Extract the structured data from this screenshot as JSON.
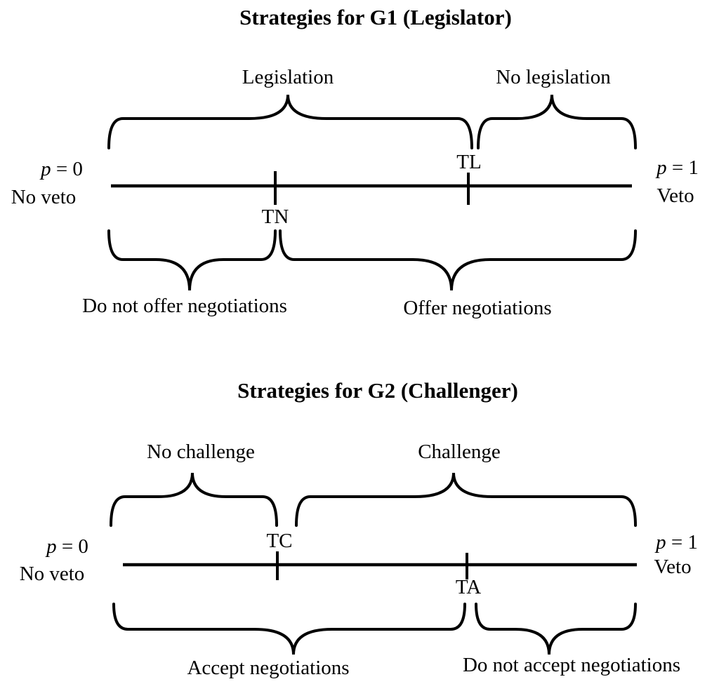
{
  "colors": {
    "ink": "#000000",
    "background": "#ffffff"
  },
  "sections": [
    {
      "title": "Strategies for G1 (Legislator)",
      "axis": {
        "left_var": "p",
        "left_rest": " = 0",
        "left_caption": "No veto",
        "right_var": "p",
        "right_rest": " = 1",
        "right_caption": "Veto"
      },
      "top_braces": [
        {
          "label": "Legislation"
        },
        {
          "label": "No legislation"
        }
      ],
      "markers": [
        {
          "label": "TN"
        },
        {
          "label": "TL"
        }
      ],
      "bottom_braces": [
        {
          "label": "Do not offer negotiations"
        },
        {
          "label": "Offer negotiations"
        }
      ]
    },
    {
      "title": "Strategies for G2 (Challenger)",
      "axis": {
        "left_var": "p",
        "left_rest": " = 0",
        "left_caption": "No veto",
        "right_var": "p",
        "right_rest": " = 1",
        "right_caption": "Veto"
      },
      "top_braces": [
        {
          "label": "No challenge"
        },
        {
          "label": "Challenge"
        }
      ],
      "markers": [
        {
          "label": "TC"
        },
        {
          "label": "TA"
        }
      ],
      "bottom_braces": [
        {
          "label": "Accept negotiations"
        },
        {
          "label": "Do not accept negotiations"
        }
      ]
    }
  ]
}
